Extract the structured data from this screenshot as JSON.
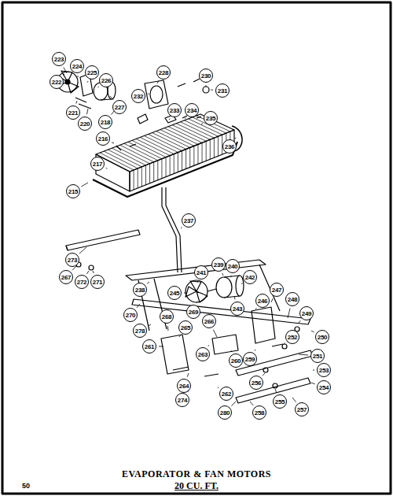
{
  "diagram": {
    "title": "EVAPORATOR & FAN MOTORS",
    "labels": [
      "20 CU. FT.",
      "50",
      "223",
      "224",
      "225",
      "222",
      "226",
      "221",
      "220",
      "227",
      "218",
      "228",
      "230",
      "231",
      "232",
      "233",
      "234",
      "235",
      "236",
      "216",
      "217",
      "215",
      "237",
      "273",
      "267",
      "272",
      "271",
      "238",
      "239",
      "240",
      "241",
      "242",
      "243",
      "245",
      "246",
      "247",
      "248",
      "249",
      "250",
      "251",
      "252",
      "253",
      "254",
      "255",
      "256",
      "257",
      "258",
      "259",
      "260",
      "261",
      "262",
      "263",
      "264",
      "265",
      "266",
      "278",
      "268",
      "269",
      "270",
      "274",
      "280"
    ]
  }
}
